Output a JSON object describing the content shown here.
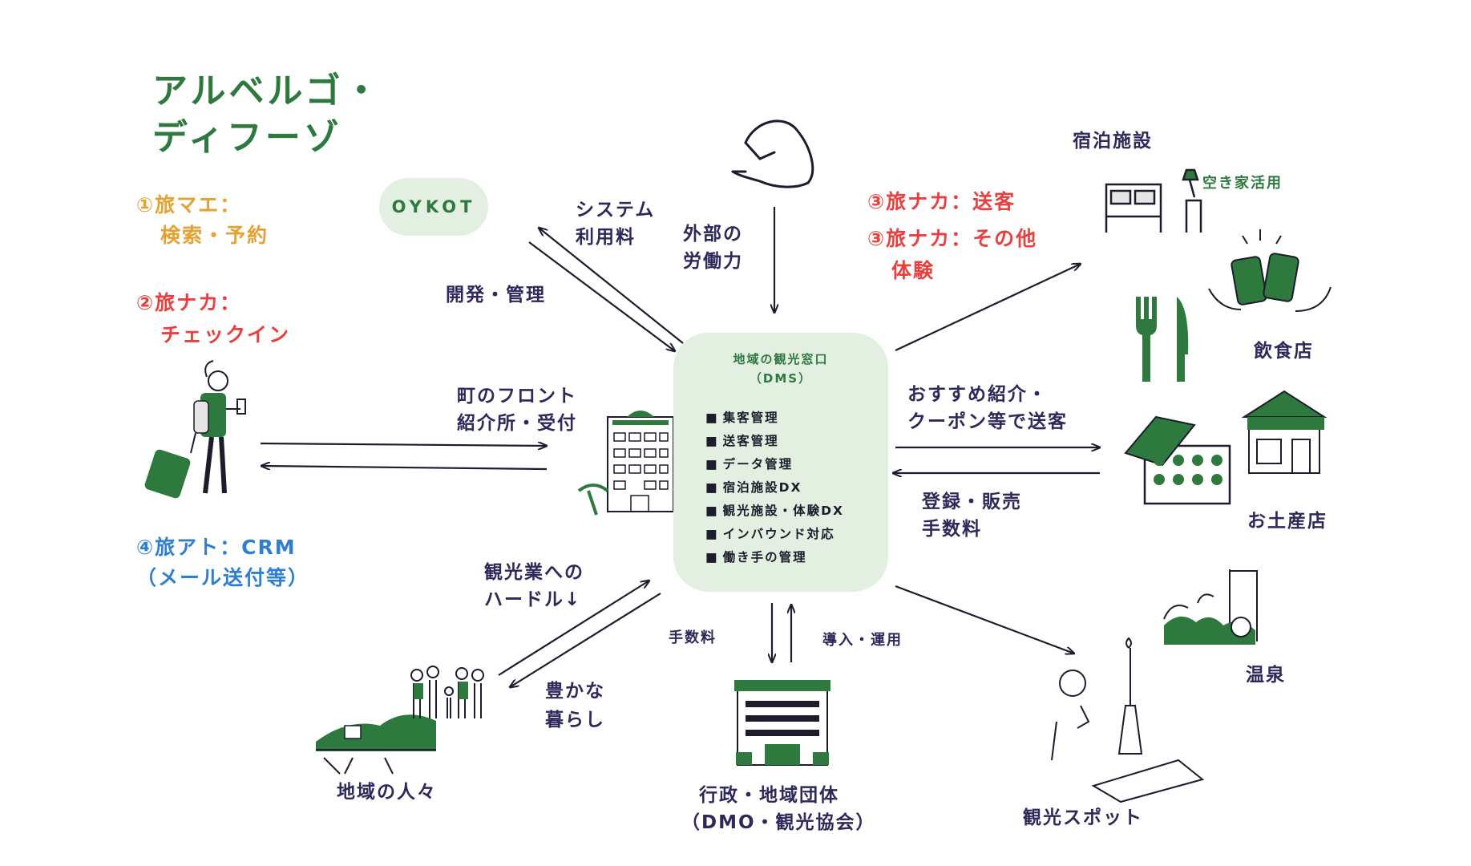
{
  "title": [
    "アルベルゴ・",
    "ディフーゾ"
  ],
  "phases": {
    "mae": [
      "①旅マエ：",
      "検索・予約"
    ],
    "naka_checkin": [
      "②旅ナカ：",
      "チェックイン"
    ],
    "ato": [
      "④旅アト：CRM",
      "（メール送付等）"
    ],
    "naka_soukyaku": "③旅ナカ：送客",
    "naka_other": [
      "③旅ナカ：その他",
      "体験"
    ]
  },
  "oykot": "OYKOT",
  "arrows": {
    "system_fee": [
      "システム",
      "利用料"
    ],
    "dev_manage": "開発・管理",
    "external_labor": [
      "外部の",
      "労働力"
    ],
    "town_front": [
      "町のフロント",
      "紹介所・受付"
    ],
    "recommend": [
      "おすすめ紹介・",
      "クーポン等で送客"
    ],
    "registration_fee": [
      "登録・販売",
      "手数料"
    ],
    "hurdle": [
      "観光業への",
      "ハードル↓"
    ],
    "rich_life": [
      "豊かな",
      "暮らし"
    ],
    "commission": "手数料",
    "introduce": "導入・運用"
  },
  "dms": {
    "title": [
      "地域の観光窓口",
      "（DMS）"
    ],
    "items": [
      "集客管理",
      "送客管理",
      "データ管理",
      "宿泊施設DX",
      "観光施設・体験DX",
      "インバウンド対応",
      "働き手の管理"
    ]
  },
  "places": {
    "lodging": "宿泊施設",
    "vacant_house": "空き家活用",
    "restaurant": "飲食店",
    "souvenir": "お土産店",
    "onsen": "温泉",
    "spot": "観光スポット",
    "residents": "地域の人々",
    "government": [
      "行政・地域団体",
      "（DMO・観光協会）"
    ]
  },
  "colors": {
    "green": "#2e7a3e",
    "light_green": "#e2efe1",
    "navy": "#2c2a5a",
    "orange": "#e4a233",
    "red": "#e8403e",
    "blue": "#2f7fd0"
  }
}
